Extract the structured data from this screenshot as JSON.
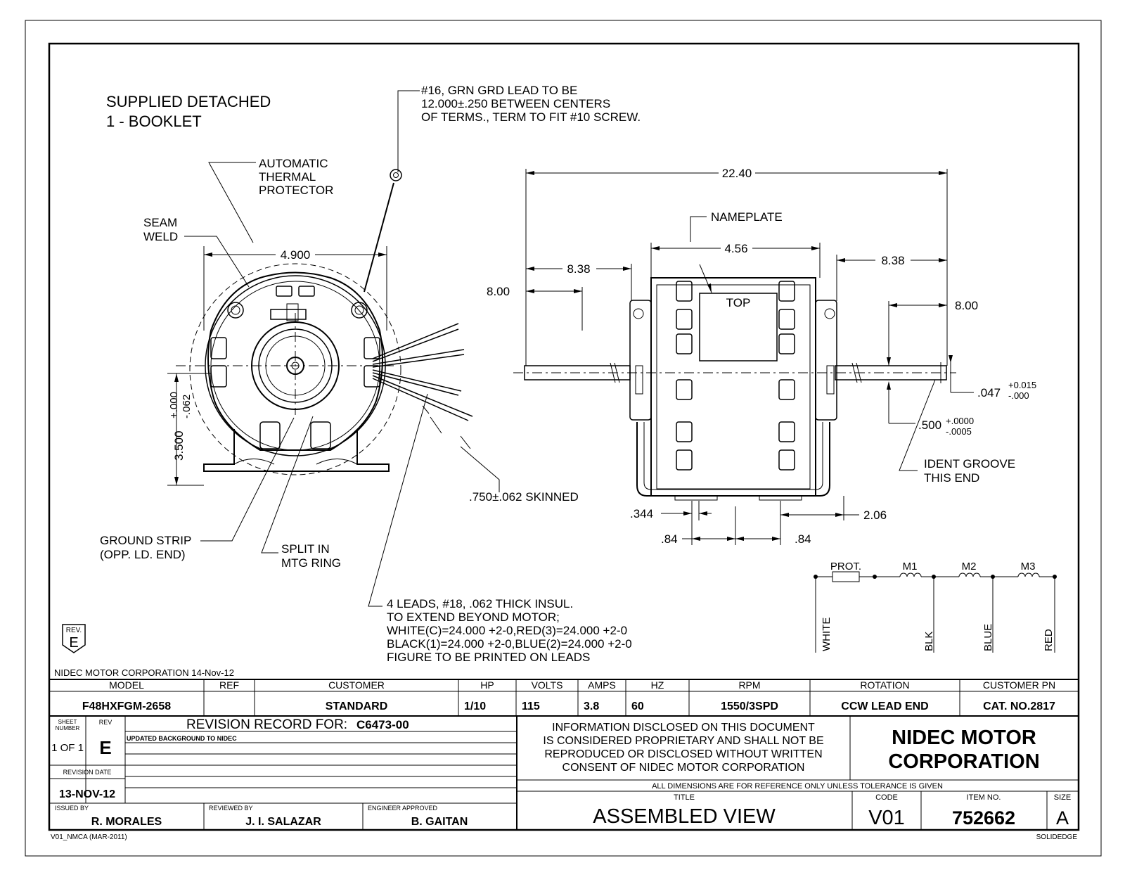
{
  "notes": {
    "supplied_line1": "SUPPLIED DETACHED",
    "supplied_line2": "1 - BOOKLET",
    "ground_lead_1": "#16, GRN GRD LEAD TO BE",
    "ground_lead_2": "12.000±.250 BETWEEN CENTERS",
    "ground_lead_3": "OF TERMS., TERM TO FIT #10 SCREW.",
    "thermal_1": "AUTOMATIC",
    "thermal_2": "THERMAL",
    "thermal_3": "PROTECTOR",
    "seam_1": "SEAM",
    "seam_2": "WELD",
    "ground_strip_1": "GROUND STRIP",
    "ground_strip_2": "(OPP. LD. END)",
    "split_1": "SPLIT IN",
    "split_2": "MTG RING",
    "skinned": ".750±.062 SKINNED",
    "leads_1": "4 LEADS, #18, .062 THICK INSUL.",
    "leads_2": "TO EXTEND BEYOND MOTOR;",
    "leads_3": "WHITE(C)=24.000 +2-0,RED(3)=24.000 +2-0",
    "leads_4": "BLACK(1)=24.000 +2-0,BLUE(2)=24.000 +2-0",
    "leads_5": "FIGURE TO BE PRINTED ON LEADS",
    "nameplate": "NAMEPLATE",
    "top": "TOP",
    "ident_1": "IDENT GROOVE",
    "ident_2": "THIS END",
    "rev_label": "REV.",
    "rev_letter": "E",
    "company_date": "NIDEC MOTOR CORPORATION 14-Nov-12"
  },
  "dimensions": {
    "overall": "22.40",
    "end_width": "4.900",
    "body_width": "4.56",
    "shaft_left": "8.38",
    "shaft_right": "8.38",
    "left_8": "8.00",
    "right_8": "8.00",
    "height": "3.500",
    "height_tol_plus": "+.000",
    "height_tol_minus": "-.062",
    "flat": ".047",
    "flat_tol_plus": "+0.015",
    "flat_tol_minus": "-.000",
    "shaft_dia": ".500",
    "shaft_tol_plus": "+.0000",
    "shaft_tol_minus": "-.0005",
    "slot": ".344",
    "base_right": "2.06",
    "hole_left": ".84",
    "hole_right": ".84"
  },
  "schematic": {
    "prot": "PROT.",
    "m1": "M1",
    "m2": "M2",
    "m3": "M3",
    "white": "WHITE",
    "blk": "BLK",
    "blue": "BLUE",
    "red": "RED"
  },
  "table": {
    "headers": [
      "MODEL",
      "REF",
      "CUSTOMER",
      "HP",
      "VOLTS",
      "AMPS",
      "HZ",
      "RPM",
      "ROTATION",
      "CUSTOMER PN"
    ],
    "values": [
      "F48HXFGM-2658",
      "",
      "STANDARD",
      "1/10",
      "115",
      "3.8",
      "60",
      "1550/3SPD",
      "CCW LEAD END",
      "CAT. NO.2817"
    ]
  },
  "title_block": {
    "sheet_number_label_1": "SHEET",
    "sheet_number_label_2": "NUMBER",
    "sheet_value": "1 OF 1",
    "rev_label": "REV",
    "rev_value": "E",
    "revision_record_label": "REVISION RECORD FOR:",
    "revision_record_value": "C6473-00",
    "revision_entry": "UPDATED BACKGROUND TO NIDEC",
    "revision_date_label": "REVISION DATE",
    "revision_date": "13-NOV-12",
    "issued_by_label": "ISSUED BY",
    "issued_by": "R. MORALES",
    "reviewed_by_label": "REVIEWED BY",
    "reviewed_by": "J. I. SALAZAR",
    "engineer_label": "ENGINEER APPROVED",
    "engineer": "B. GAITAN",
    "disclosure_1": "INFORMATION DISCLOSED ON THIS DOCUMENT",
    "disclosure_2": "IS CONSIDERED PROPRIETARY AND SHALL NOT BE",
    "disclosure_3": "REPRODUCED OR DISCLOSED WITHOUT WRITTEN",
    "disclosure_4": "CONSENT OF NIDEC MOTOR CORPORATION",
    "company_1": "NIDEC MOTOR",
    "company_2": "CORPORATION",
    "reference_note": "ALL DIMENSIONS ARE FOR REFERENCE ONLY UNLESS TOLERANCE IS GIVEN",
    "title_label": "TITLE",
    "title": "ASSEMBLED VIEW",
    "code_label": "CODE",
    "code": "V01",
    "item_label": "ITEM NO.",
    "item": "752662",
    "size_label": "SIZE",
    "size": "A",
    "form_id": "V01_NMCA (MAR-2011)",
    "software": "SOLIDEDGE"
  }
}
